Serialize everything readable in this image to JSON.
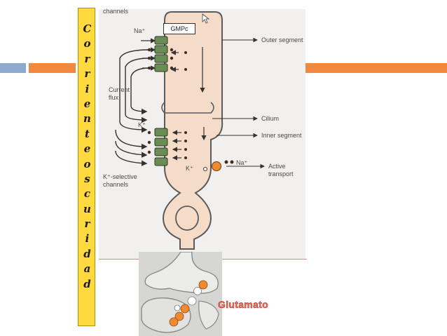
{
  "slide": {
    "vertical_label": [
      "C",
      "o",
      "r",
      "r",
      "i",
      "e",
      "n",
      "t",
      "e",
      "o",
      "s",
      "c",
      "u",
      "r",
      "i",
      "d",
      "a",
      "d"
    ],
    "gmpc_label": "GMPc",
    "glutamate_label": "Glutamato",
    "accent_colors": {
      "orange": "#f0883d",
      "blue": "#8da9cf",
      "label_yellow": "#ffd93d",
      "cell_fill": "#f5dcc8"
    }
  },
  "figure": {
    "labels": {
      "top_channels": "channels",
      "na_top": "Na⁺",
      "outer_segment": "Outer segment",
      "current_flux": [
        "Current",
        "flux"
      ],
      "cilium": "Cilium",
      "inner_segment": "Inner segment",
      "k_left": "K⁺",
      "k_selective": [
        "K⁺-selective",
        "channels"
      ],
      "k_right": "K⁺",
      "na_right": "Na⁺",
      "active_transport": [
        "Active",
        "transport"
      ]
    }
  }
}
